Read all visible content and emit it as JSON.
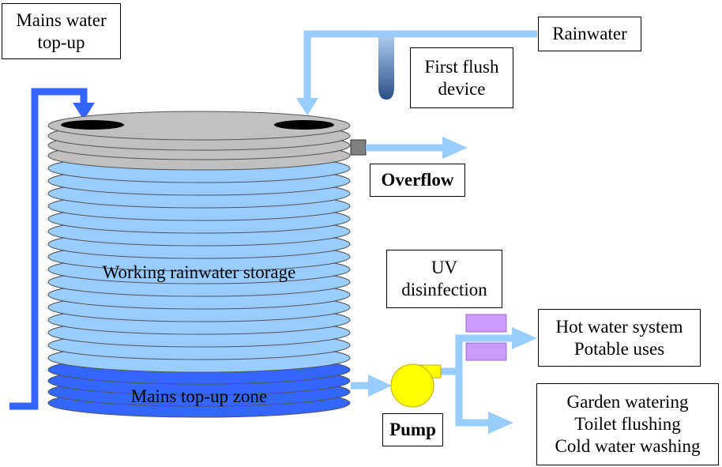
{
  "labels": {
    "mains_top_up": [
      "Mains water",
      "top-up"
    ],
    "rainwater": "Rainwater",
    "first_flush": [
      "First flush",
      "device"
    ],
    "overflow": "Overflow",
    "uv": [
      "UV",
      "disinfection"
    ],
    "hot_water": [
      "Hot water system",
      "Potable uses"
    ],
    "pump": "Pump",
    "non_potable": [
      "Garden watering",
      "Toilet flushing",
      "Cold water washing"
    ]
  },
  "tank": {
    "storage_label": "Working rainwater storage",
    "topup_zone_label": "Mains top-up zone"
  },
  "colors": {
    "pipe_light": "#99ccff",
    "pipe_dark": "#3366ff",
    "tank_storage": "#99ccff",
    "tank_topup_zone": "#3366ff",
    "tank_lid": "#c0c0c0",
    "pump": "#ffff00",
    "uv_unit": "#cc99ff"
  }
}
